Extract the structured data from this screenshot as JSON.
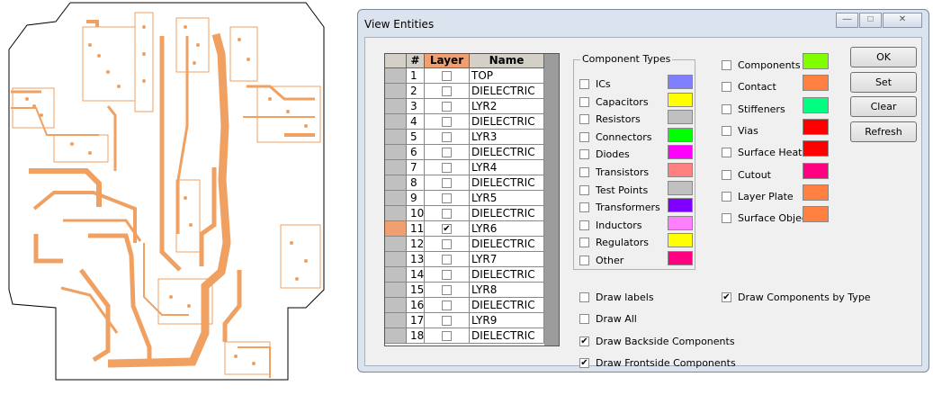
{
  "window": {
    "title": "View Entities",
    "minimize": "—",
    "maximize": "□",
    "close": "✕"
  },
  "grid": {
    "headers": [
      "#",
      "Layer",
      "Name"
    ],
    "header_layer_color": "#f0a070",
    "selected_row_color": "#f0a070",
    "rows": [
      {
        "num": "1",
        "name": "TOP",
        "checked": false,
        "selected": false
      },
      {
        "num": "2",
        "name": "DIELECTRIC",
        "checked": false,
        "selected": false
      },
      {
        "num": "3",
        "name": "LYR2",
        "checked": false,
        "selected": false
      },
      {
        "num": "4",
        "name": "DIELECTRIC",
        "checked": false,
        "selected": false
      },
      {
        "num": "5",
        "name": "LYR3",
        "checked": false,
        "selected": false
      },
      {
        "num": "6",
        "name": "DIELECTRIC",
        "checked": false,
        "selected": false
      },
      {
        "num": "7",
        "name": "LYR4",
        "checked": false,
        "selected": false
      },
      {
        "num": "8",
        "name": "DIELECTRIC",
        "checked": false,
        "selected": false
      },
      {
        "num": "9",
        "name": "LYR5",
        "checked": false,
        "selected": false
      },
      {
        "num": "10",
        "name": "DIELECTRIC",
        "checked": false,
        "selected": false
      },
      {
        "num": "11",
        "name": "LYR6",
        "checked": true,
        "selected": true
      },
      {
        "num": "12",
        "name": "DIELECTRIC",
        "checked": false,
        "selected": false
      },
      {
        "num": "13",
        "name": "LYR7",
        "checked": false,
        "selected": false
      },
      {
        "num": "14",
        "name": "DIELECTRIC",
        "checked": false,
        "selected": false
      },
      {
        "num": "15",
        "name": "LYR8",
        "checked": false,
        "selected": false
      },
      {
        "num": "16",
        "name": "DIELECTRIC",
        "checked": false,
        "selected": false
      },
      {
        "num": "17",
        "name": "LYR9",
        "checked": false,
        "selected": false
      },
      {
        "num": "18",
        "name": "DIELECTRIC",
        "checked": false,
        "selected": false
      }
    ]
  },
  "component_types": {
    "label": "Component Types",
    "items": [
      {
        "label": "ICs",
        "checked": false,
        "color": "#8080ff"
      },
      {
        "label": "Capacitors",
        "checked": false,
        "color": "#ffff00"
      },
      {
        "label": "Resistors",
        "checked": false,
        "color": "#c0c0c0"
      },
      {
        "label": "Connectors",
        "checked": false,
        "color": "#00ff00"
      },
      {
        "label": "Diodes",
        "checked": false,
        "color": "#ff00ff"
      },
      {
        "label": "Transistors",
        "checked": false,
        "color": "#ff8080"
      },
      {
        "label": "Test Points",
        "checked": false,
        "color": "#c0c0c0"
      },
      {
        "label": "Transformers",
        "checked": false,
        "color": "#8000ff"
      },
      {
        "label": "Inductors",
        "checked": false,
        "color": "#ff80ff"
      },
      {
        "label": "Regulators",
        "checked": false,
        "color": "#ffff00"
      },
      {
        "label": "Other",
        "checked": false,
        "color": "#ff0080"
      }
    ]
  },
  "entities": {
    "items": [
      {
        "label": "Components",
        "checked": false,
        "color": "#80ff00"
      },
      {
        "label": "Contact",
        "checked": false,
        "color": "#ff8040"
      },
      {
        "label": "Stiffeners",
        "checked": false,
        "color": "#00ff80"
      },
      {
        "label": "Vias",
        "checked": false,
        "color": "#ff0000"
      },
      {
        "label": "Surface Heat",
        "checked": false,
        "color": "#ff0000"
      },
      {
        "label": "Cutout",
        "checked": false,
        "color": "#ff0080"
      },
      {
        "label": "Layer Plate",
        "checked": false,
        "color": "#ff8040"
      },
      {
        "label": "Surface Object",
        "checked": false,
        "color": "#ff8040"
      }
    ]
  },
  "options": {
    "draw_labels": {
      "label": "Draw labels",
      "checked": false
    },
    "draw_all": {
      "label": "Draw All",
      "checked": false
    },
    "draw_backside": {
      "label": "Draw Backside Components",
      "checked": true
    },
    "draw_frontside": {
      "label": "Draw Frontside Components",
      "checked": true
    },
    "draw_by_type": {
      "label": "Draw Components by Type",
      "checked": true
    }
  },
  "buttons": {
    "ok": "OK",
    "set": "Set",
    "clear": "Clear",
    "refresh": "Refresh"
  },
  "colors": {
    "trace": "#f0a060",
    "dialog_frame": "#dbe3ee"
  }
}
